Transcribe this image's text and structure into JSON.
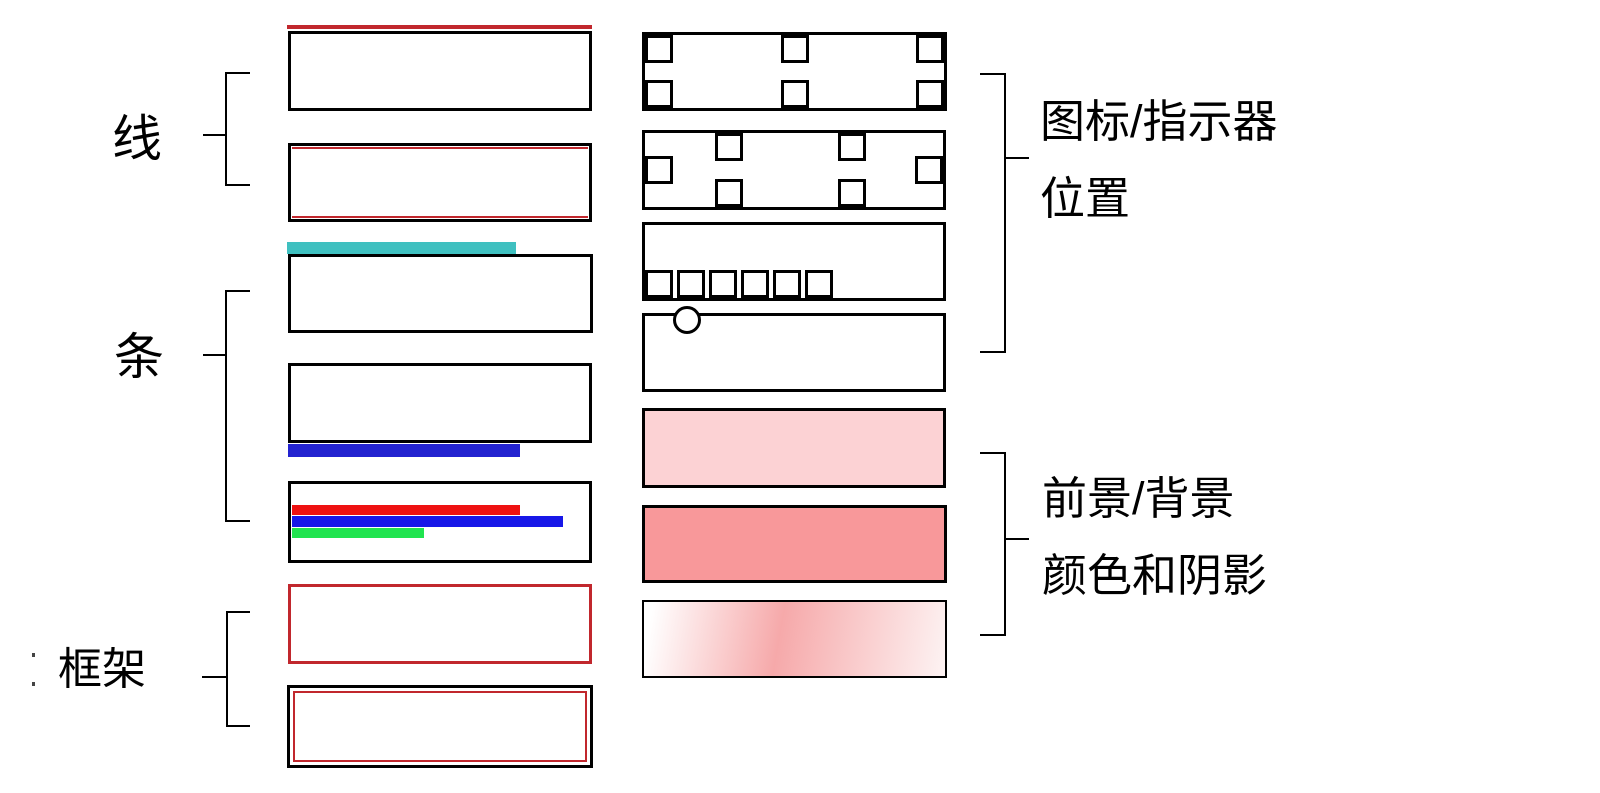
{
  "labels": {
    "line": "线",
    "bar": "条",
    "frame": "框架",
    "icon_position_line1": "图标/指示器",
    "icon_position_line2": "位置",
    "fg_bg_line1": "前景/背景",
    "fg_bg_line2": "颜色和阴影"
  },
  "colors": {
    "outline": "#000000",
    "red_line": "#c1272d",
    "teal_bar": "#3fc0c0",
    "blue_bar": "#2323d0",
    "red_bar": "#ee1111",
    "blue_bar2": "#1717e8",
    "green_bar": "#21e44f",
    "pink_light": "#fcd2d4",
    "pink_medium": "#f8989a",
    "gradient_start": "#ffffff",
    "gradient_mid": "#f6a9aa",
    "gradient_end": "#fdf3f3"
  }
}
